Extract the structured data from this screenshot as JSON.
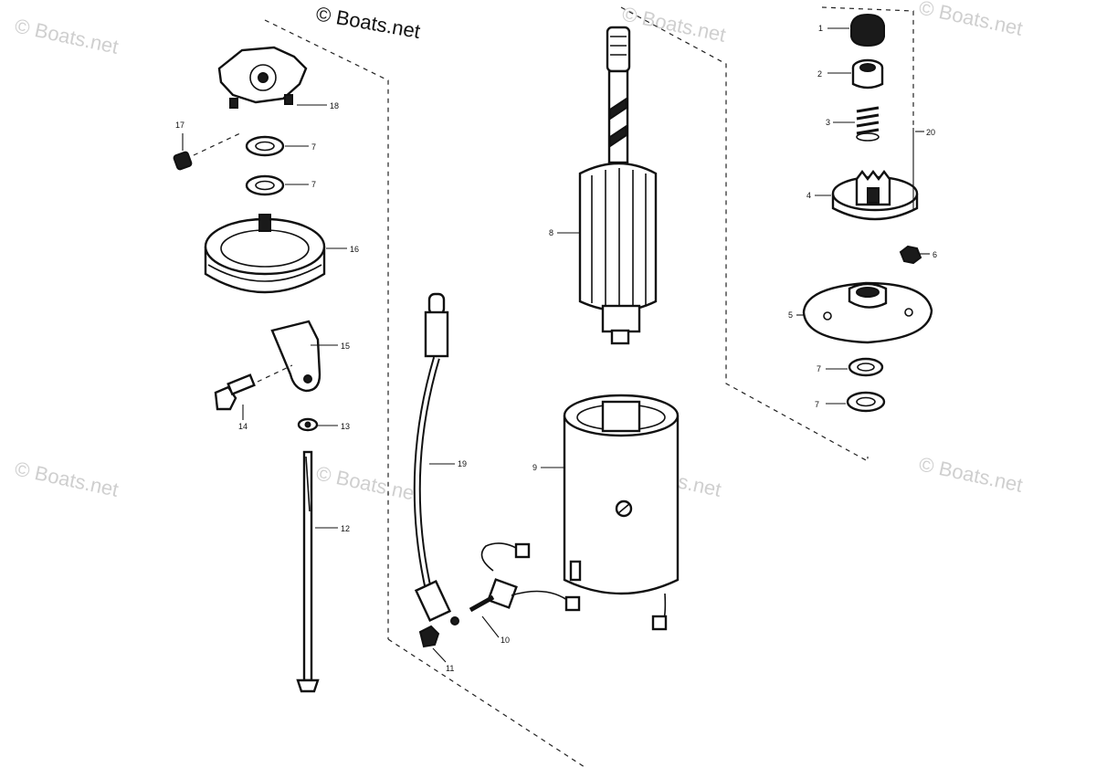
{
  "copyright": "© Boats.net",
  "watermark": "© Boats.net",
  "callouts": {
    "p1": "1",
    "p2": "2",
    "p3": "3",
    "p4": "4",
    "p5": "5",
    "p6": "6",
    "p7a": "7",
    "p7b": "7",
    "p7c": "7",
    "p7d": "7",
    "p8": "8",
    "p9": "9",
    "p10": "10",
    "p11": "11",
    "p12": "12",
    "p13": "13",
    "p14": "14",
    "p15": "15",
    "p16": "16",
    "p17": "17",
    "p18": "18",
    "p19": "19",
    "p20": "20"
  }
}
